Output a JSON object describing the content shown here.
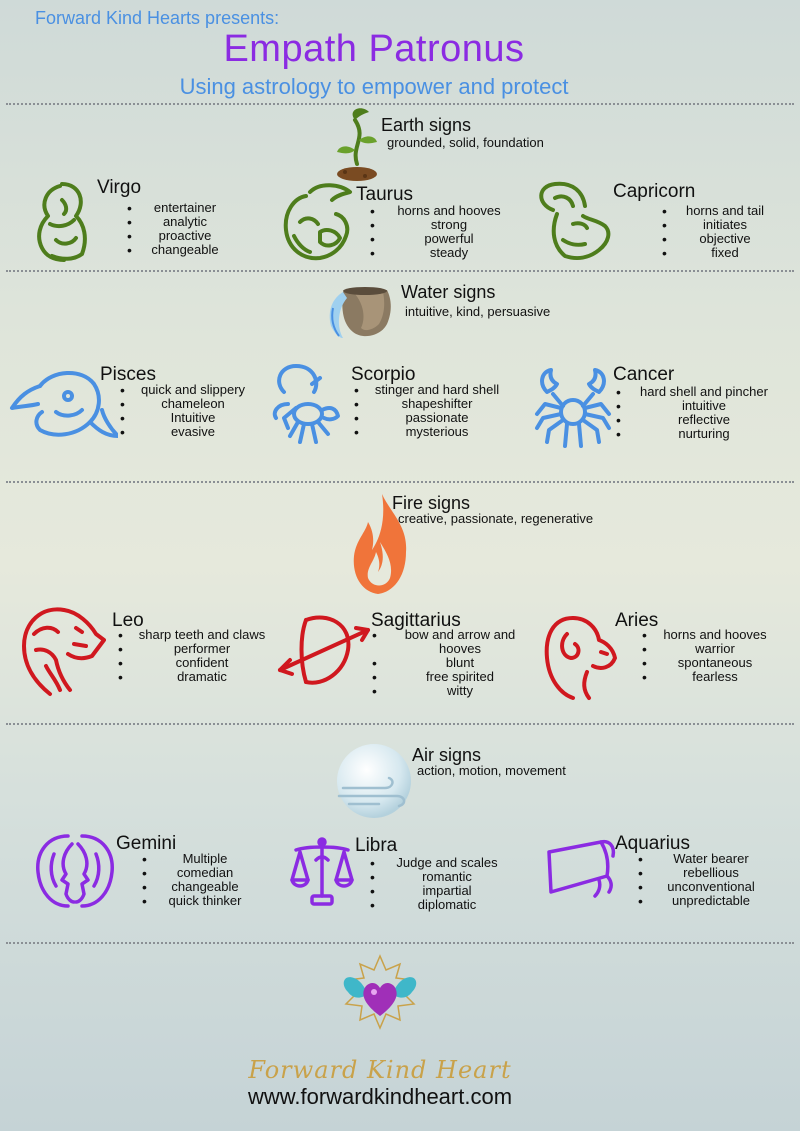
{
  "header": {
    "presents": "Forward Kind Hearts presents:",
    "title": "Empath Patronus",
    "subtitle": "Using astrology to empower and protect"
  },
  "colors": {
    "earth": "#4e7d1c",
    "water": "#4a90e2",
    "fire": "#d0181f",
    "fire_flame": "#f0743a",
    "air": "#8b2be2",
    "title": "#8b2be2",
    "accent": "#4a90e2",
    "brand_gold": "#c9a24a"
  },
  "groups": [
    {
      "name": "Earth signs",
      "traits": "grounded, solid, foundation",
      "icon": "sprout-icon",
      "signs": [
        {
          "name": "Virgo",
          "icon": "virgo-maiden-icon",
          "traits": [
            "entertainer",
            "analytic",
            "proactive",
            "changeable"
          ]
        },
        {
          "name": "Taurus",
          "icon": "bull-icon",
          "traits": [
            "horns and hooves",
            "strong",
            "powerful",
            "steady"
          ]
        },
        {
          "name": "Capricorn",
          "icon": "goat-icon",
          "traits": [
            "horns and tail",
            "initiates",
            "objective",
            "fixed"
          ]
        }
      ]
    },
    {
      "name": "Water signs",
      "traits": "intuitive, kind, persuasive",
      "icon": "water-jug-icon",
      "signs": [
        {
          "name": "Pisces",
          "icon": "fish-icon",
          "traits": [
            "quick and slippery",
            "chameleon",
            "Intuitive",
            "evasive"
          ]
        },
        {
          "name": "Scorpio",
          "icon": "scorpion-icon",
          "traits": [
            "stinger and hard shell",
            "shapeshifter",
            "passionate",
            "mysterious"
          ]
        },
        {
          "name": "Cancer",
          "icon": "crab-icon",
          "traits": [
            "hard shell and pincher",
            "intuitive",
            "reflective",
            "nurturing"
          ]
        }
      ]
    },
    {
      "name": "Fire signs",
      "traits": "creative, passionate, regenerative",
      "icon": "flame-icon",
      "signs": [
        {
          "name": "Leo",
          "icon": "lion-icon",
          "traits": [
            "sharp teeth and claws",
            "performer",
            "confident",
            "dramatic"
          ]
        },
        {
          "name": "Sagittarius",
          "icon": "bow-arrow-icon",
          "traits": [
            "bow and arrow and hooves",
            "blunt",
            "free spirited",
            "witty"
          ]
        },
        {
          "name": "Aries",
          "icon": "ram-icon",
          "traits": [
            "horns and hooves",
            "warrior",
            "spontaneous",
            "fearless"
          ]
        }
      ]
    },
    {
      "name": "Air signs",
      "traits": "action, motion, movement",
      "icon": "wind-orb-icon",
      "signs": [
        {
          "name": "Gemini",
          "icon": "twins-icon",
          "traits": [
            "Multiple",
            "comedian",
            "changeable",
            "quick thinker"
          ]
        },
        {
          "name": "Libra",
          "icon": "scales-icon",
          "traits": [
            "Judge and scales",
            "romantic",
            "impartial",
            "diplomatic"
          ]
        },
        {
          "name": "Aquarius",
          "icon": "water-bearer-icon",
          "traits": [
            "Water bearer",
            "rebellious",
            "unconventional",
            "unpredictable"
          ]
        }
      ]
    }
  ],
  "footer": {
    "brand": "Forward Kind Heart",
    "url": "www.forwardkindheart.com",
    "logo_icon": "jeweled-heart-logo-icon"
  }
}
